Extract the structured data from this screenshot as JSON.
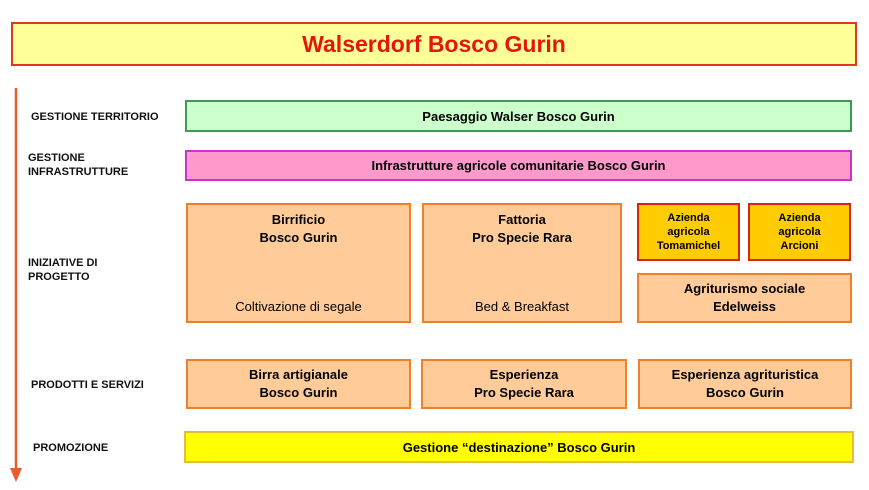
{
  "title": "Walserdorf Bosco Gurin",
  "rows": {
    "territorio": "GESTIONE TERRITORIO",
    "infrastrutture": "GESTIONE\nINFRASTRUTTURE",
    "iniziative": "INIZIATIVE DI\nPROGETTO",
    "prodotti": "PRODOTTI E SERVIZI",
    "promozione": "PROMOZIONE"
  },
  "paesaggio": "Paesaggio Walser Bosco Gurin",
  "infrastrutture_box": "Infrastrutture agricole comunitarie Bosco Gurin",
  "progetti": {
    "birrificio": {
      "name": "Birrificio\nBosco Gurin",
      "sub": "Coltivazione di segale"
    },
    "fattoria": {
      "name": "Fattoria\nPro Specie Rara",
      "sub": "Bed & Breakfast"
    },
    "tomamichel": "Azienda\nagricola\nTomamichel",
    "arcioni": "Azienda\nagricola\nArcioni",
    "agriturismo": "Agriturismo sociale\nEdelweiss"
  },
  "prodotti": {
    "birra": "Birra artigianale\nBosco Gurin",
    "esperienza": "Esperienza\nPro Specie Rara",
    "agrituristica": "Esperienza agrituristica\nBosco Gurin"
  },
  "promozione_box": "Gestione “destinazione” Bosco Gurin",
  "colors": {
    "arrow": "#ec5a2c",
    "title_text": "#e3170a"
  }
}
